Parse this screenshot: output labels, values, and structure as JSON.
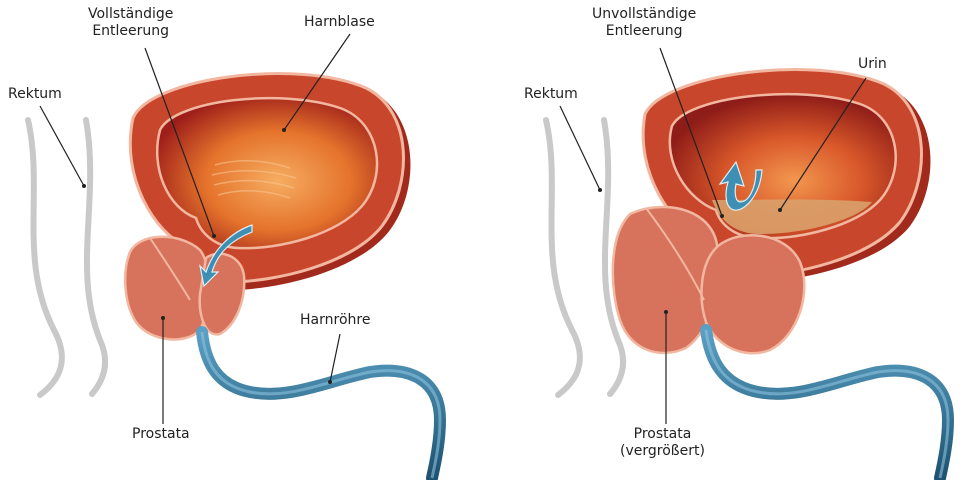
{
  "left": {
    "label_complete_line1": "Vollständige",
    "label_complete_line2": "Entleerung",
    "label_bladder": "Harnblase",
    "label_rectum": "Rektum",
    "label_urethra": "Harnröhre",
    "label_prostate": "Prostata"
  },
  "right": {
    "label_incomplete_line1": "Unvollständige",
    "label_incomplete_line2": "Entleerung",
    "label_urine": "Urin",
    "label_rectum": "Rektum",
    "label_prostate_line1": "Prostata",
    "label_prostate_line2": "(vergrößert)"
  },
  "colors": {
    "tissue_outer": "#c23a24",
    "tissue_rim": "#f2b7a0",
    "bladder_inner": "#e5732c",
    "bladder_glow": "#f4a35c",
    "prostate": "#d7725c",
    "urethra": "#2f6e90",
    "rectum": "#c8c8c8",
    "urine": "#d9a06a",
    "arrow": "#3f8fb5"
  }
}
